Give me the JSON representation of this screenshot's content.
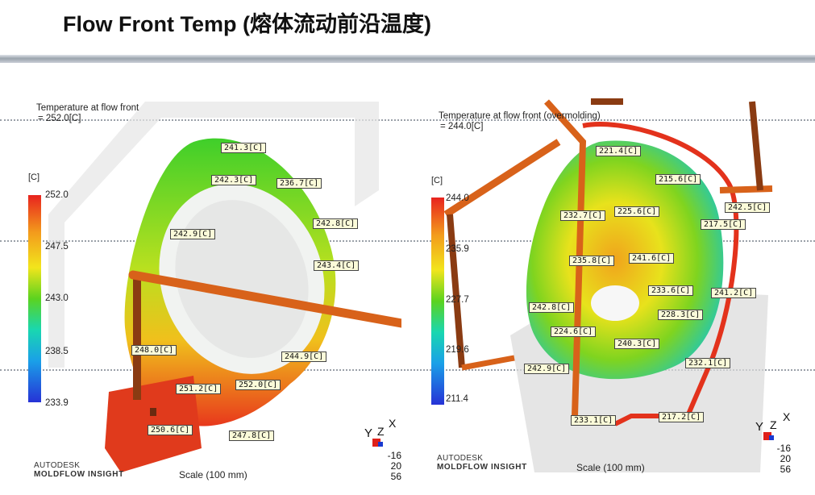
{
  "slide": {
    "title": "Flow Front Temp (熔体流动前沿温度)"
  },
  "left": {
    "result_title": "Temperature at flow front",
    "result_value": "= 252.0[C]",
    "legend_unit": "[C]",
    "legend_values": [
      "252.0",
      "247.5",
      "243.0",
      "238.5",
      "233.9"
    ],
    "tags": [
      "241.3[C]",
      "242.3[C]",
      "236.7[C]",
      "242.8[C]",
      "242.9[C]",
      "243.4[C]",
      "248.0[C]",
      "244.9[C]",
      "251.2[C]",
      "252.0[C]",
      "250.6[C]",
      "247.8[C]"
    ],
    "brand_top": "AUTODESK",
    "brand_bottom": "MOLDFLOW INSIGHT",
    "scale": "Scale (100 mm)",
    "axis": [
      "-16",
      "20",
      "56"
    ]
  },
  "right": {
    "result_title": "Temperature at flow front (overmolding)",
    "result_value": "= 244.0[C]",
    "legend_unit": "[C]",
    "legend_values": [
      "244.0",
      "235.9",
      "227.7",
      "219.6",
      "211.4"
    ],
    "tags": [
      "221.4[C]",
      "215.6[C]",
      "242.5[C]",
      "232.7[C]",
      "225.6[C]",
      "217.5[C]",
      "235.8[C]",
      "241.6[C]",
      "233.6[C]",
      "241.2[C]",
      "242.8[C]",
      "228.3[C]",
      "224.6[C]",
      "240.3[C]",
      "232.1[C]",
      "242.9[C]",
      "233.1[C]",
      "217.2[C]"
    ],
    "brand_top": "AUTODESK",
    "brand_bottom": "MOLDFLOW INSIGHT",
    "scale": "Scale (100 mm)",
    "axis": [
      "-16",
      "20",
      "56"
    ]
  }
}
